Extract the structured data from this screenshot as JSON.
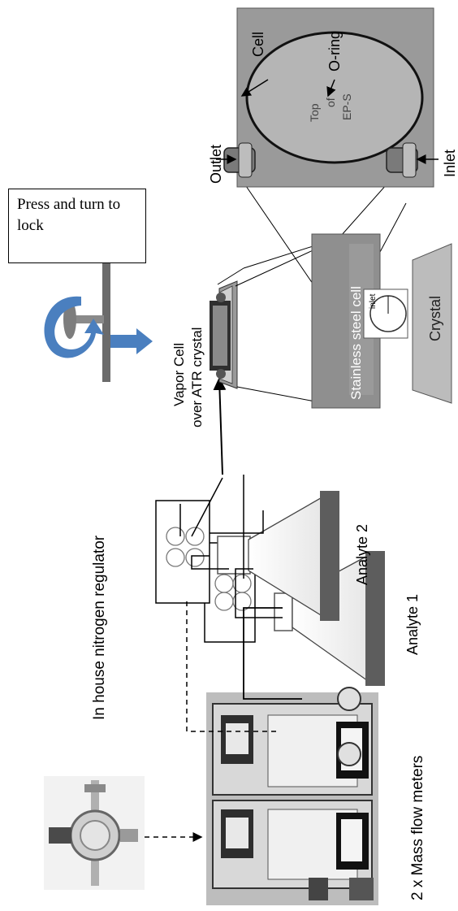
{
  "lock_note": "Press and turn to lock",
  "labels": {
    "regulator": "In house nitrogen regulator",
    "mass_flow": "2 x Mass flow meters",
    "analyte1": "Analyte 1",
    "analyte2": "Analyte 2",
    "vapor_cell": "Vapor Cell",
    "atr": "over ATR crystal",
    "stainless": "Stainless steel cell",
    "inlet_small": "inlet",
    "crystal": "Crystal",
    "outlet": "Outlet",
    "inlet": "Inlet",
    "cell": "Cell",
    "oring": "O-ring",
    "top1": "Top",
    "top2": "of",
    "top3": "EP-S"
  },
  "colors": {
    "arrow_blue": "#4a7fbf",
    "dark_gray": "#5a5a5a",
    "mid_gray": "#8c8c8c",
    "light_gray": "#d9d9d9"
  }
}
